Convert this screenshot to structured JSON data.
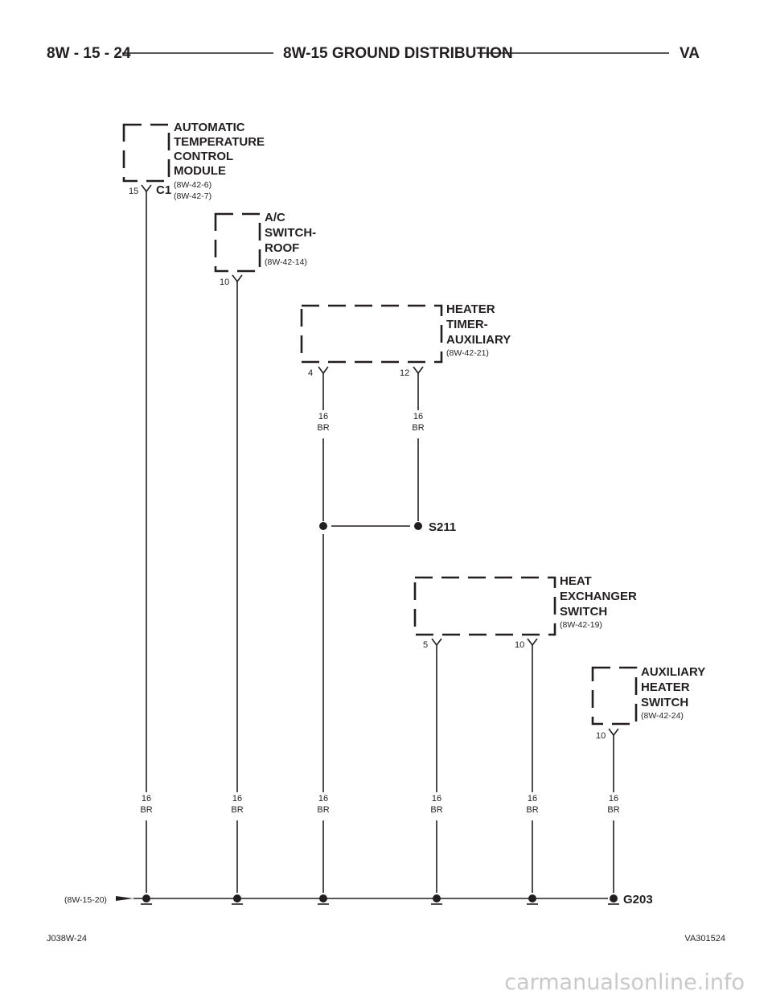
{
  "header": {
    "page_code": "8W - 15 - 24",
    "title": "8W-15 GROUND DISTRIBUTION",
    "model": "VA"
  },
  "components": [
    {
      "lines": [
        "AUTOMATIC",
        "TEMPERATURE",
        "CONTROL",
        "MODULE"
      ],
      "refs": [
        "(8W-42-6)",
        "(8W-42-7)"
      ],
      "connector": "C1",
      "pins": [
        "15"
      ]
    },
    {
      "lines": [
        "A/C",
        "SWITCH-",
        "ROOF"
      ],
      "refs": [
        "(8W-42-14)"
      ],
      "pins": [
        "10"
      ]
    },
    {
      "lines": [
        "HEATER",
        "TIMER-",
        "AUXILIARY"
      ],
      "refs": [
        "(8W-42-21)"
      ],
      "pins": [
        "4",
        "12"
      ]
    },
    {
      "lines": [
        "HEAT",
        "EXCHANGER",
        "SWITCH"
      ],
      "refs": [
        "(8W-42-19)"
      ],
      "pins": [
        "5",
        "10"
      ]
    },
    {
      "lines": [
        "AUXILIARY",
        "HEATER",
        "SWITCH"
      ],
      "refs": [
        "(8W-42-24)"
      ],
      "pins": [
        "10"
      ]
    }
  ],
  "wire": {
    "gauge": "16",
    "color": "BR"
  },
  "splice": "S211",
  "ground": "G203",
  "ground_ref": "(8W-15-20)",
  "footer": {
    "left": "J038W-24",
    "right": "VA301524"
  },
  "watermark": "carmanualsonline.info"
}
